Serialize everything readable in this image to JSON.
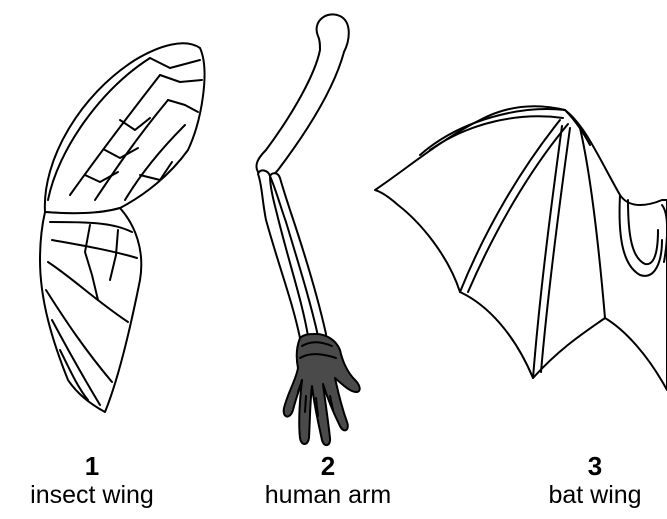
{
  "figures": [
    {
      "number": "1",
      "label": "insect wing",
      "icon": "insect-wing-drawing"
    },
    {
      "number": "2",
      "label": "human arm",
      "icon": "human-arm-drawing"
    },
    {
      "number": "3",
      "label": "bat wing",
      "icon": "bat-wing-drawing"
    }
  ],
  "colors": {
    "line": "#000000",
    "hand_fill": "#4a4a4a",
    "background": "#ffffff"
  }
}
